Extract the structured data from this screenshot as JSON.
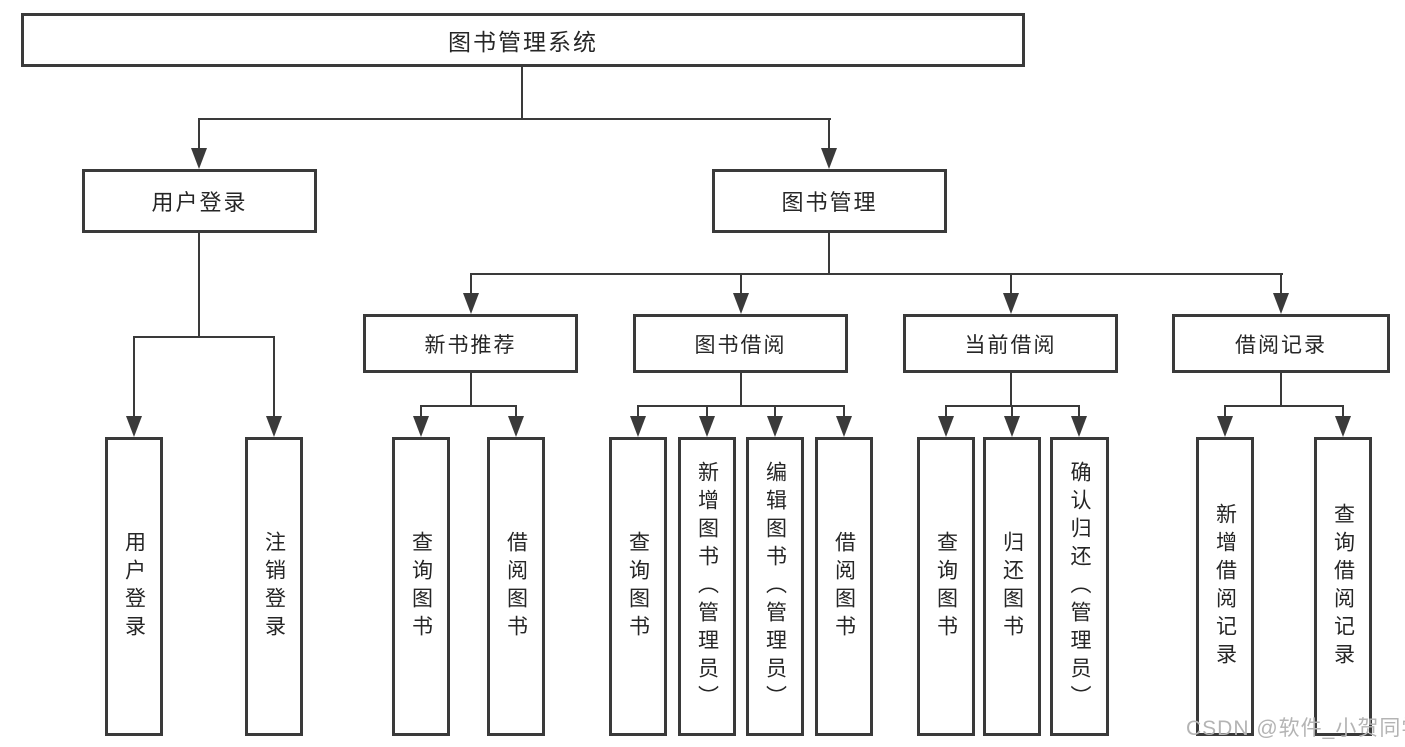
{
  "diagram": {
    "type": "tree",
    "colors": {
      "background": "#ffffff",
      "line": "#3a3a3a",
      "box_border": "#3a3a3a",
      "text": "#262626",
      "watermark": "#b4b4b4"
    }
  },
  "tree": {
    "label": "图书管理系统",
    "children": [
      {
        "label": "用户登录",
        "children": [
          {
            "label": "用户登录"
          },
          {
            "label": "注销登录"
          }
        ]
      },
      {
        "label": "图书管理",
        "children": [
          {
            "label": "新书推荐",
            "children": [
              {
                "label": "查询图书"
              },
              {
                "label": "借阅图书"
              }
            ]
          },
          {
            "label": "图书借阅",
            "children": [
              {
                "label": "查询图书"
              },
              {
                "label": "新增图书（管理员）"
              },
              {
                "label": "编辑图书（管理员）"
              },
              {
                "label": "借阅图书"
              }
            ]
          },
          {
            "label": "当前借阅",
            "children": [
              {
                "label": "查询图书"
              },
              {
                "label": "归还图书"
              },
              {
                "label": "确认归还（管理员）"
              }
            ]
          },
          {
            "label": "借阅记录",
            "children": [
              {
                "label": "新增借阅记录"
              },
              {
                "label": "查询借阅记录"
              }
            ]
          }
        ]
      }
    ]
  },
  "watermark": {
    "text": "CSDN @软件_小贺同学"
  }
}
